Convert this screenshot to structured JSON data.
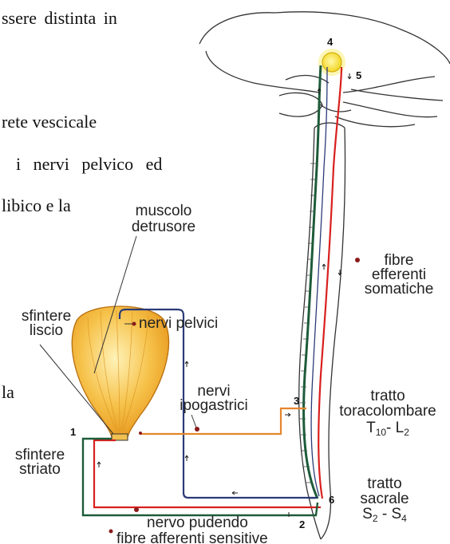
{
  "text_fragments": [
    "ssere  distinta  in",
    "rete vescicale",
    "i   nervi   pelvico   ed",
    "libico e la",
    "la"
  ],
  "labels": {
    "muscolo_detrusore": [
      "muscolo",
      "detrusore"
    ],
    "sfintere_liscio": [
      "sfintere",
      "liscio"
    ],
    "nervi_pelvici": "nervi pelvici",
    "nervi_ipogastrici": [
      "nervi",
      "ipogastrici"
    ],
    "sfintere_striato": [
      "sfintere",
      "striato"
    ],
    "fibre_efferenti_somatiche": [
      "fibre",
      "efferenti",
      "somatiche"
    ],
    "tratto_toracolombare": [
      "tratto",
      "toracolombare"
    ],
    "toracolombare_segments": {
      "a": "T",
      "a_sub": "10",
      "sep": "- ",
      "b": "L",
      "b_sub": "2"
    },
    "tratto_sacrale": [
      "tratto",
      "sacrale"
    ],
    "sacrale_segments": {
      "a": "S",
      "a_sub": "2",
      "sep": " - ",
      "b": "S",
      "b_sub": "4"
    },
    "nervo_pudendo": "nervo pudendo",
    "fibre_afferenti_sensitive": "fibre afferenti sensitive"
  },
  "markers": [
    "1",
    "2",
    "3",
    "4",
    "5",
    "6"
  ],
  "colors": {
    "green_pathway": "#1e5b3a",
    "red_pathway": "#d8201e",
    "blue_pathway": "#2b3a78",
    "orange_pathway": "#e5862c",
    "bladder": "#f5b02a",
    "center_4": "#f7e84a"
  }
}
